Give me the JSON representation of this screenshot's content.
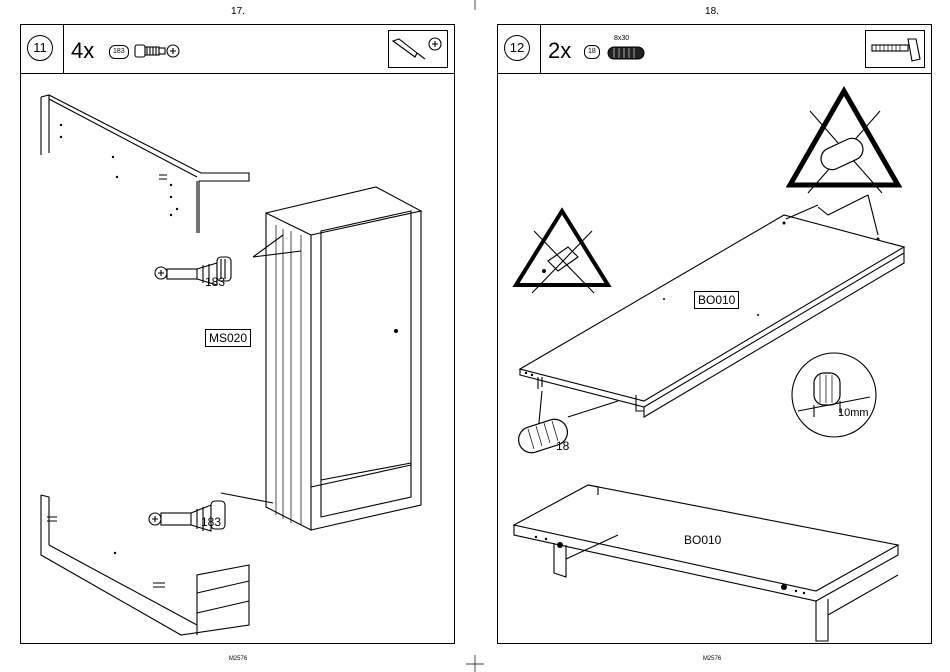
{
  "pages": [
    {
      "page_number": "17.",
      "step": "11",
      "quantity": "4x",
      "part_badge": "183",
      "labels": {
        "panel": "MS020",
        "part_upper": "183",
        "part_lower": "183"
      },
      "tool_icon": "screwdriver-phillips-icon",
      "footer": "M2576"
    },
    {
      "page_number": "18.",
      "step": "12",
      "quantity": "2x",
      "part_badge": "18",
      "dimension": "8x30",
      "labels": {
        "board_top": "BO010",
        "board_bottom": "BO010",
        "dowel": "18",
        "depth": "10mm"
      },
      "tool_icon": "hammer-icon",
      "warning_icons": [
        "no-glue-warning-icon",
        "no-dowel-warning-icon"
      ],
      "footer": "M2576"
    }
  ]
}
